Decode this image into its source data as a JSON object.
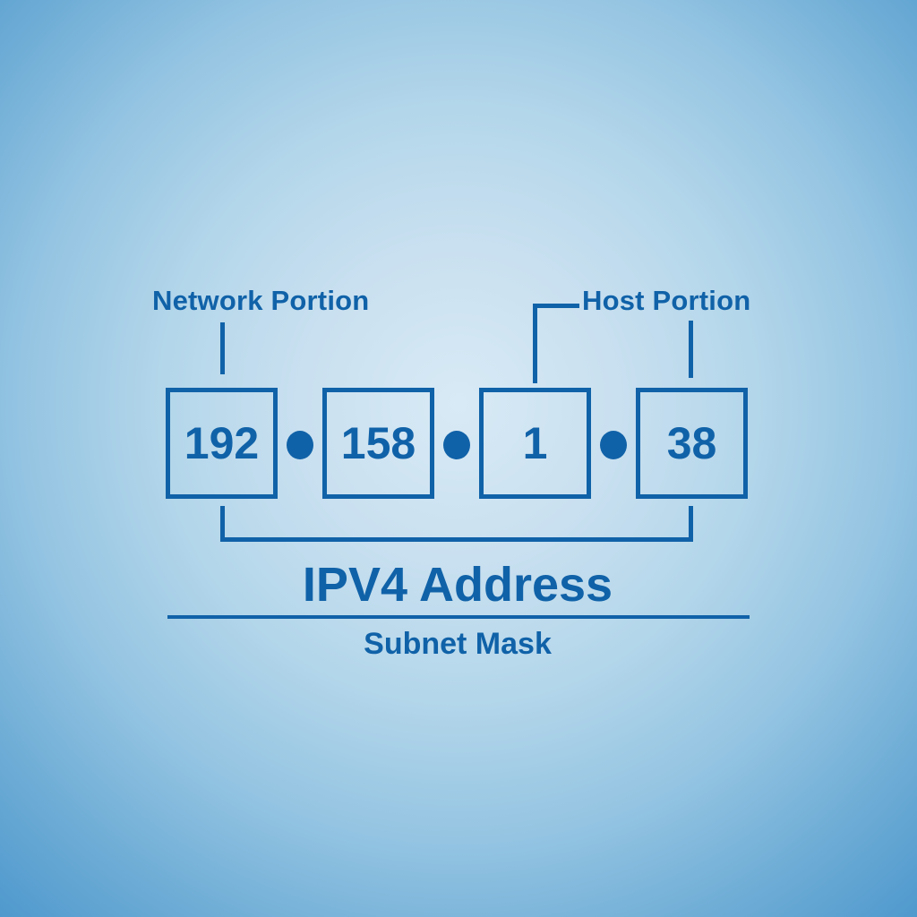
{
  "diagram": {
    "network_portion_label": "Network Portion",
    "host_portion_label": "Host Portion",
    "octets": [
      "192",
      "158",
      "1",
      "38"
    ],
    "title": "IPV4 Address",
    "subtitle": "Subnet Mask",
    "accent_color": "#1062A8",
    "background_center_color": "#D8EAF5",
    "background_edge_color": "#4A96CC"
  }
}
